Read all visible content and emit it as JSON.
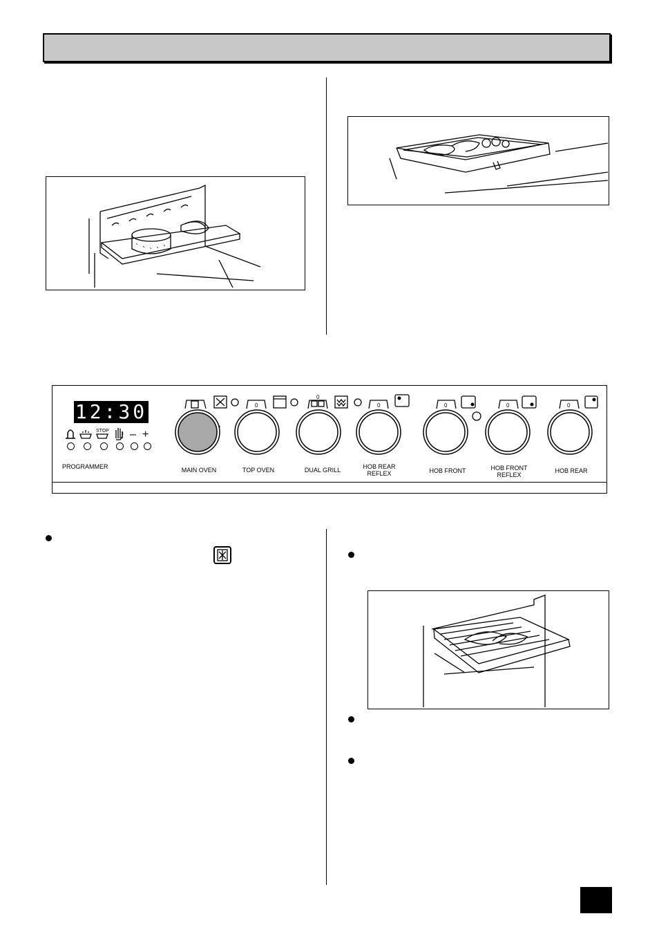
{
  "control_panel": {
    "clock_display": "12:30",
    "programmer_label": "PROGRAMMER",
    "knobs": [
      {
        "label": "MAIN OVEN",
        "selected": true
      },
      {
        "label": "TOP OVEN"
      },
      {
        "label": "DUAL GRILL"
      },
      {
        "label": "HOB REAR\nREFLEX"
      },
      {
        "label": "HOB FRONT"
      },
      {
        "label": "HOB FRONT\nREFLEX"
      },
      {
        "label": "HOB REAR"
      }
    ],
    "knob_zero": "0",
    "programmer_buttons": [
      "bell-icon",
      "cook-time-icon",
      "stop-icon",
      "manual-hand-icon",
      "minus-icon",
      "plus-icon"
    ],
    "stop_text": "STOP",
    "minus": "–",
    "plus": "+"
  },
  "colors": {
    "header_fill": "#c8c8c8",
    "selected_knob_fill": "#a8a8a8"
  }
}
